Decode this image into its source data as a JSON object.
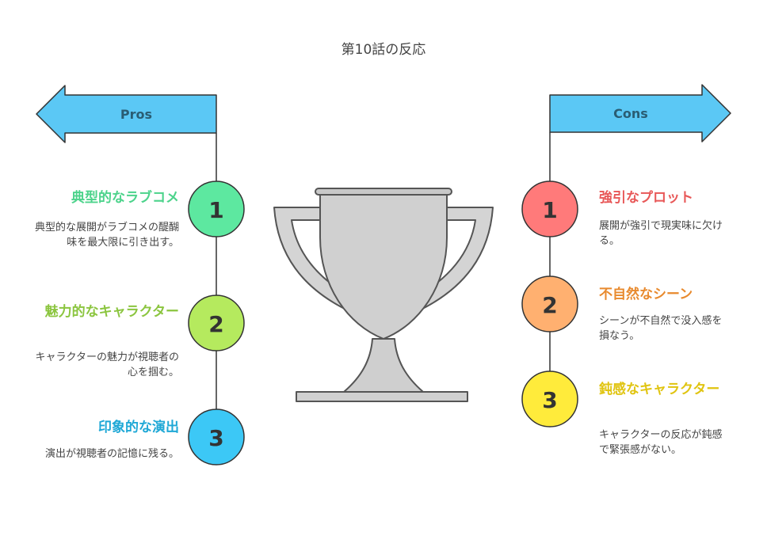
{
  "title": "第10話の反応",
  "pros": {
    "label": "Pros",
    "color": "#5BC8F5",
    "items": [
      {
        "number": "1",
        "title": "典型的なラブコメ",
        "description": "典型的な展開がラブコメの醍醐味を最大限に引き出す。",
        "color": "#4CD38B",
        "circle": "#5DE8A0"
      },
      {
        "number": "2",
        "title": "魅力的なキャラクター",
        "description": "キャラクターの魅力が視聴者の心を掴む。",
        "color": "#8BC53F",
        "circle": "#B5EA5E"
      },
      {
        "number": "3",
        "title": "印象的な演出",
        "description": "演出が視聴者の記憶に残る。",
        "color": "#1FA8D6",
        "circle": "#3CC8F6"
      }
    ]
  },
  "cons": {
    "label": "Cons",
    "color": "#5BC8F5",
    "items": [
      {
        "number": "1",
        "title": "強引なプロット",
        "description": "展開が強引で現実味に欠ける。",
        "color": "#E85858",
        "circle": "#FF7A7A"
      },
      {
        "number": "2",
        "title": "不自然なシーン",
        "description": "シーンが不自然で没入感を損なう。",
        "color": "#E88A2E",
        "circle": "#FFB070"
      },
      {
        "number": "3",
        "title": "鈍感なキャラクター",
        "description": "キャラクターの反応が鈍感で緊張感がない。",
        "color": "#E0C410",
        "circle": "#FFEB3B"
      }
    ]
  }
}
